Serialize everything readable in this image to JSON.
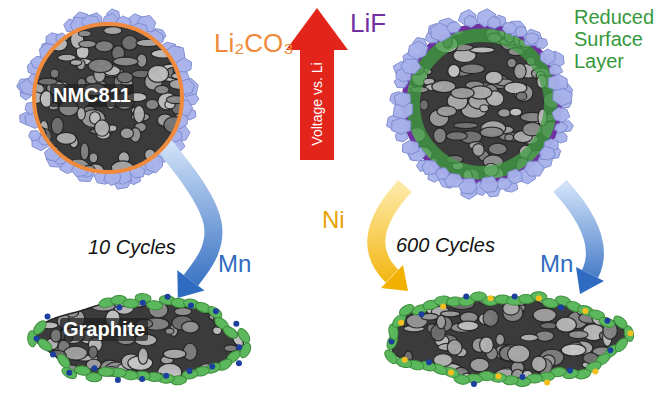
{
  "diagram": {
    "nodes": [
      {
        "text": [
          "NMC811"
        ]
      },
      {
        "text": [
          "Graphite"
        ]
      }
    ],
    "edges": [
      {
        "from": 0,
        "to": 1,
        "arrow": "to",
        "label": "Mn"
      }
    ],
    "labels": [
      "Li₂CO₃",
      "10 Cycles",
      "Voltage vs. Li",
      "LiF",
      "Reduced Surface Layer",
      "600 Cycles",
      "Ni",
      "Mn"
    ]
  }
}
